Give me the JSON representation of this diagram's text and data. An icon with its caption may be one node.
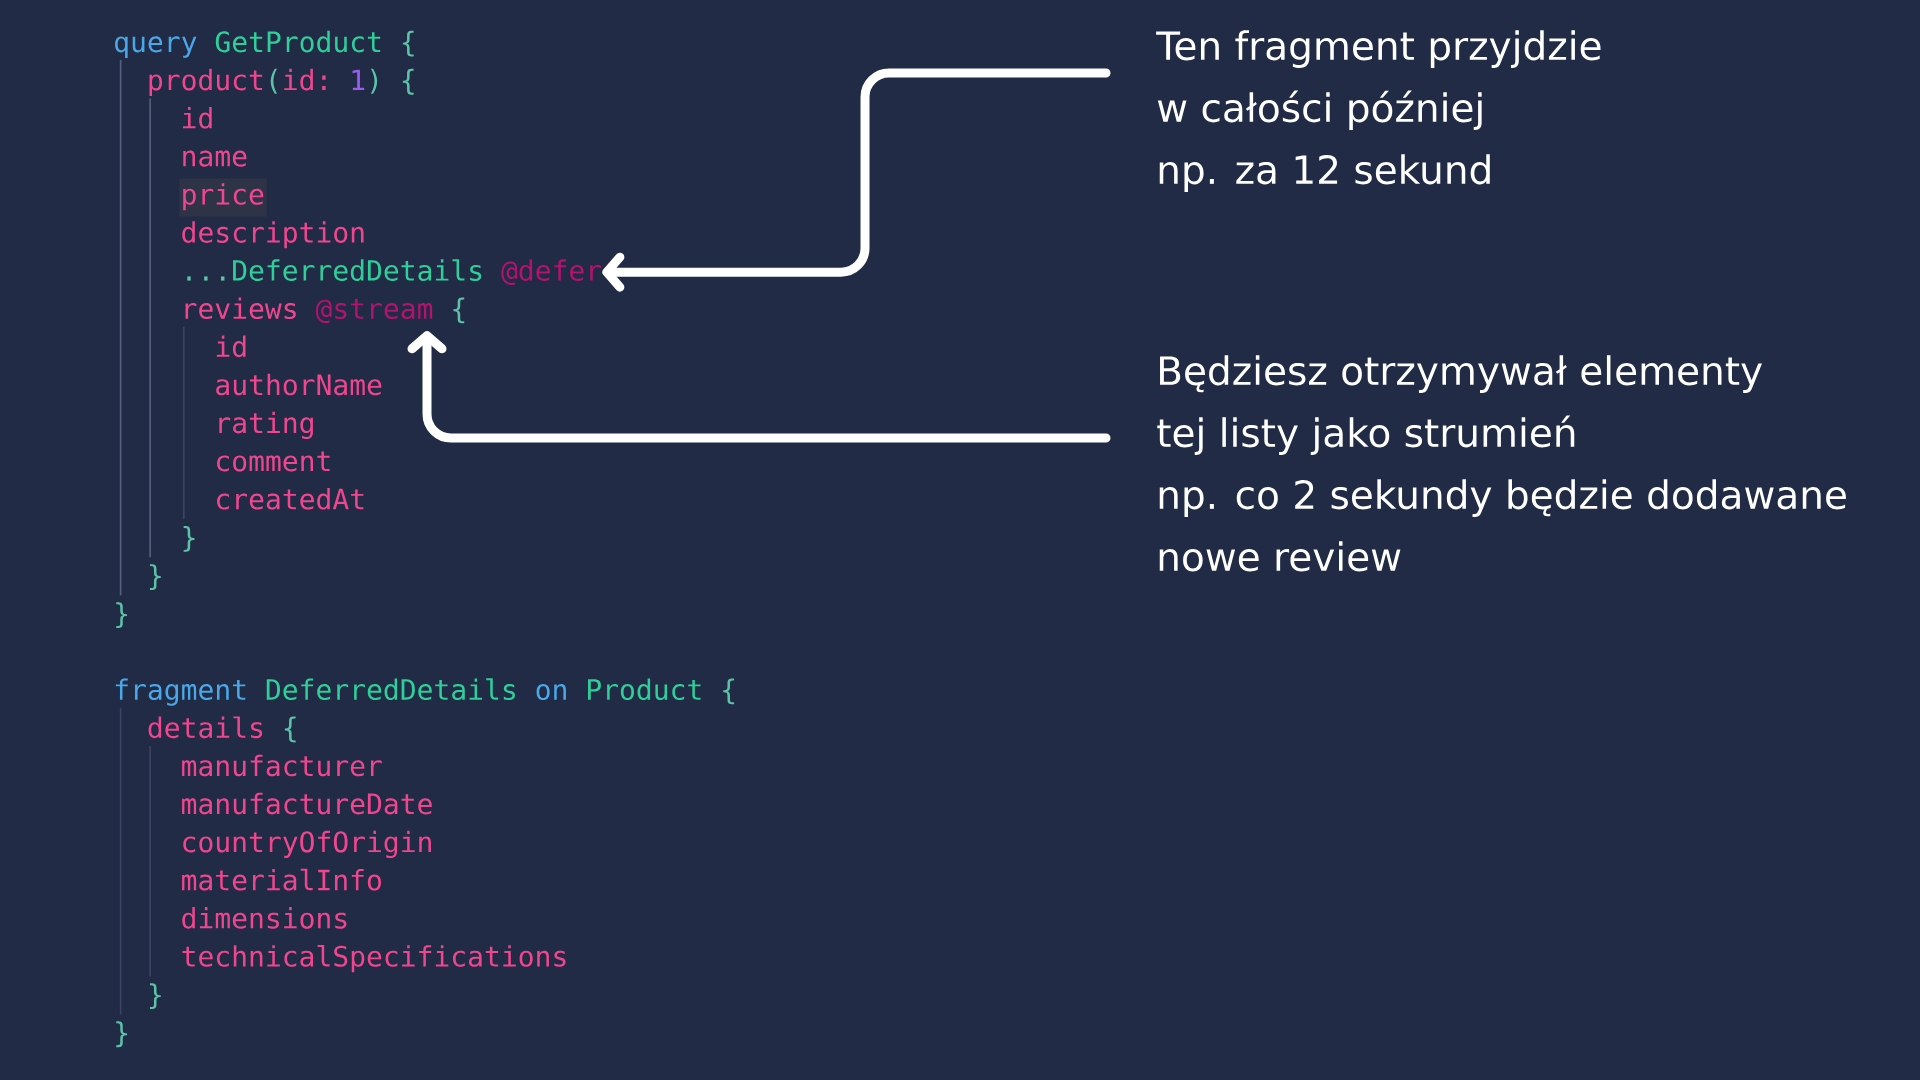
{
  "diagram": {
    "nodes": [
      {
        "text": [
          "Ten fragment przyjdzie",
          "w całości później",
          "np. za 12 sekund"
        ]
      },
      {
        "text": [
          "Będziesz otrzymywał elementy",
          "tej listy jako strumień",
          "np. co 2 sekundy będzie dodawane",
          "nowe review"
        ]
      },
      {
        "text": [
          "@defer"
        ]
      },
      {
        "text": [
          "@stream"
        ]
      }
    ],
    "edges": [
      {
        "from": 0,
        "to": 2,
        "arrow": "to"
      },
      {
        "from": 1,
        "to": 3,
        "arrow": "to"
      }
    ],
    "labels": [
      "query",
      "GetProduct",
      "{",
      "product",
      "(",
      "id:",
      "1",
      ")",
      "{",
      "id",
      "name",
      "price",
      "description",
      "...",
      "DeferredDetails",
      "reviews",
      "{",
      "id",
      "authorName",
      "rating",
      "comment",
      "createdAt",
      "}",
      "}",
      "}",
      "fragment",
      "DeferredDetails",
      "on",
      "Product",
      "{",
      "details",
      "{",
      "manufacturer",
      "manufactureDate",
      "countryOfOrigin",
      "materialInfo",
      "dimensions",
      "technicalSpecifications",
      "}",
      "}"
    ]
  }
}
